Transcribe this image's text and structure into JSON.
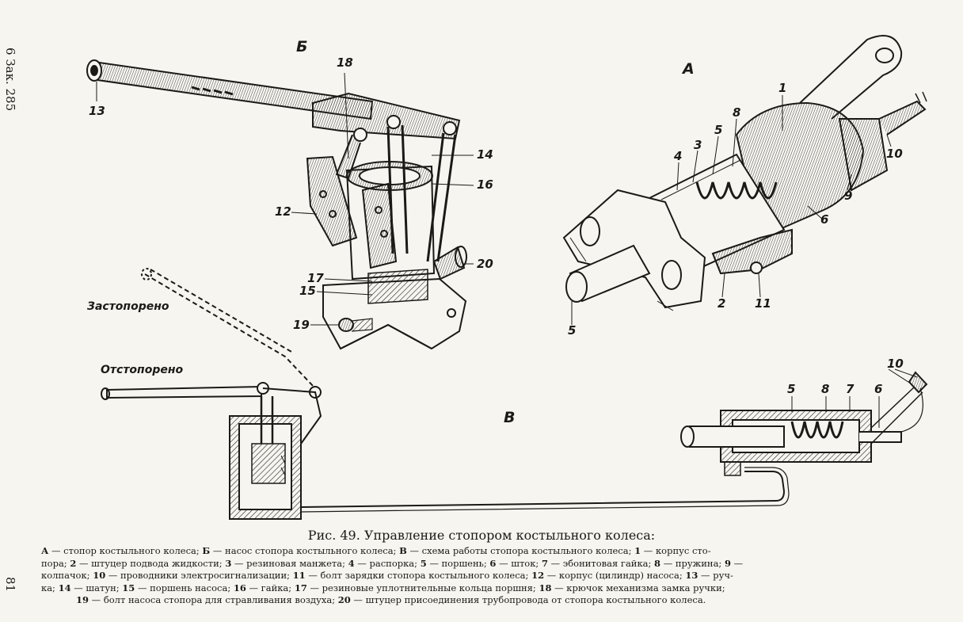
{
  "side_note": "6 Зак. 285",
  "page_number": "81",
  "caption": {
    "title": "Рис. 49. Управление стопором костыльного колеса:",
    "legend_rows": [
      [
        {
          "num": "А",
          "text": " — стопор костыльного колеса; "
        },
        {
          "num": "Б",
          "text": " — насос стопора костыльного колеса; "
        },
        {
          "num": "В",
          "text": " — схема работы стопора костыльного колеса; "
        },
        {
          "num": "1",
          "text": " — корпус сто-"
        }
      ],
      [
        {
          "num": "",
          "text": "пора; "
        },
        {
          "num": "2",
          "text": " — штуцер подвода жидкости; "
        },
        {
          "num": "3",
          "text": " — резиновая манжета; "
        },
        {
          "num": "4",
          "text": " — распорка; "
        },
        {
          "num": "5",
          "text": " — поршень; "
        },
        {
          "num": "6",
          "text": " — шток; "
        },
        {
          "num": "7",
          "text": " — эбонитовая гайка; "
        },
        {
          "num": "8",
          "text": " — пружина; "
        },
        {
          "num": "9",
          "text": " —"
        }
      ],
      [
        {
          "num": "",
          "text": "колпачок; "
        },
        {
          "num": "10",
          "text": " — проводники электросигнализации; "
        },
        {
          "num": "11",
          "text": " — болт зарядки стопора костыльного колеса; "
        },
        {
          "num": "12",
          "text": " — корпус (цилиндр) насоса; "
        },
        {
          "num": "13",
          "text": " — руч-"
        }
      ],
      [
        {
          "num": "",
          "text": "ка; "
        },
        {
          "num": "14",
          "text": " — шатун; "
        },
        {
          "num": "15",
          "text": " — поршень насоса; "
        },
        {
          "num": "16",
          "text": " — гайка; "
        },
        {
          "num": "17",
          "text": " — резиновые уплотнительные кольца поршня; "
        },
        {
          "num": "18",
          "text": " — крючок механизма замка ручки;"
        }
      ],
      [
        {
          "num": "19",
          "text": " — болт насоса стопора для стравливания воздуха; "
        },
        {
          "num": "20",
          "text": " — штуцер присоединения трубопровода от стопора костыльного колеса."
        }
      ]
    ]
  },
  "figure": {
    "section_labels": {
      "a": "А",
      "b": "Б",
      "v": "В"
    },
    "state_labels": {
      "locked": "Застопорено",
      "unlocked": "Отстопорено"
    },
    "pump_labels": {
      "n13": "13",
      "n18": "18",
      "n14": "14",
      "n16": "16",
      "n12": "12",
      "n20": "20",
      "n17": "17",
      "n15": "15",
      "n19": "19"
    },
    "lock_labels": {
      "n1": "1",
      "n8": "8",
      "n5": "5",
      "n3": "3",
      "n4": "4",
      "n10": "10",
      "n9": "9",
      "n6": "6",
      "n2": "2",
      "n11": "11",
      "n5b": "5"
    },
    "scheme_labels": {
      "n10": "10",
      "n5": "5",
      "n8": "8",
      "n7": "7",
      "n6": "6"
    }
  }
}
